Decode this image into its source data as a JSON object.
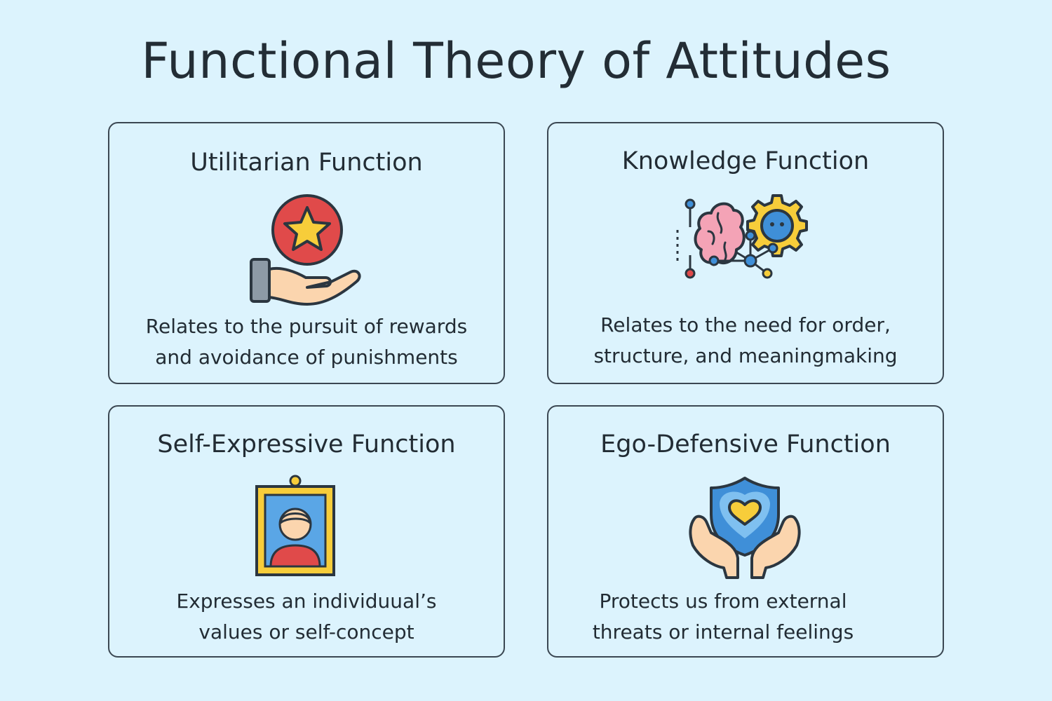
{
  "title": "Functional Theory of Attitudes",
  "cards": [
    {
      "heading": "Utilitarian Function",
      "icon": "star-in-hand-icon",
      "desc": [
        "Relates to the pursuit of rewards",
        "and avoidance of punishments"
      ]
    },
    {
      "heading": "Knowledge Function",
      "icon": "brain-gear-network-icon",
      "desc": [
        "Relates to the need for order,",
        "structure, and meaningmaking"
      ]
    },
    {
      "heading": "Self-Expressive Function",
      "icon": "framed-portrait-icon",
      "desc": [
        "Expresses an individuual’s",
        "values or self-concept"
      ]
    },
    {
      "heading": "Ego-Defensive Function",
      "icon": "shield-heart-hands-icon",
      "desc": [
        "Protects us from external",
        "threats or internal feelings"
      ]
    }
  ],
  "colors": {
    "background": "#dcf3fd",
    "border": "#3b4752",
    "red": "#e04a4a",
    "yellow": "#f7cd3a",
    "blue": "#3f8fd8",
    "skin": "#fbd5ae",
    "pink": "#f4a3b6"
  }
}
